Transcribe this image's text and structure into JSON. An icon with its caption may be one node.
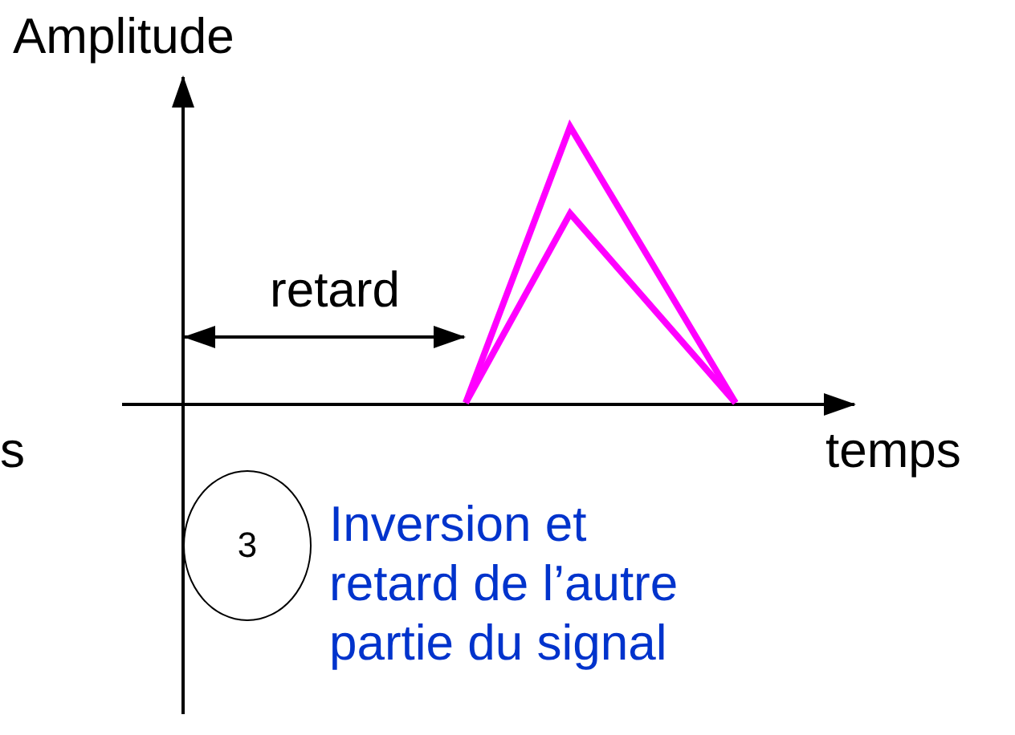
{
  "diagram": {
    "nodes": [
      {
        "text": [
          "3"
        ]
      }
    ],
    "edges": [],
    "labels": [
      "Amplitude",
      "retard",
      "s",
      "temps",
      "Inversion et retard de l’autre partie du signal"
    ]
  }
}
